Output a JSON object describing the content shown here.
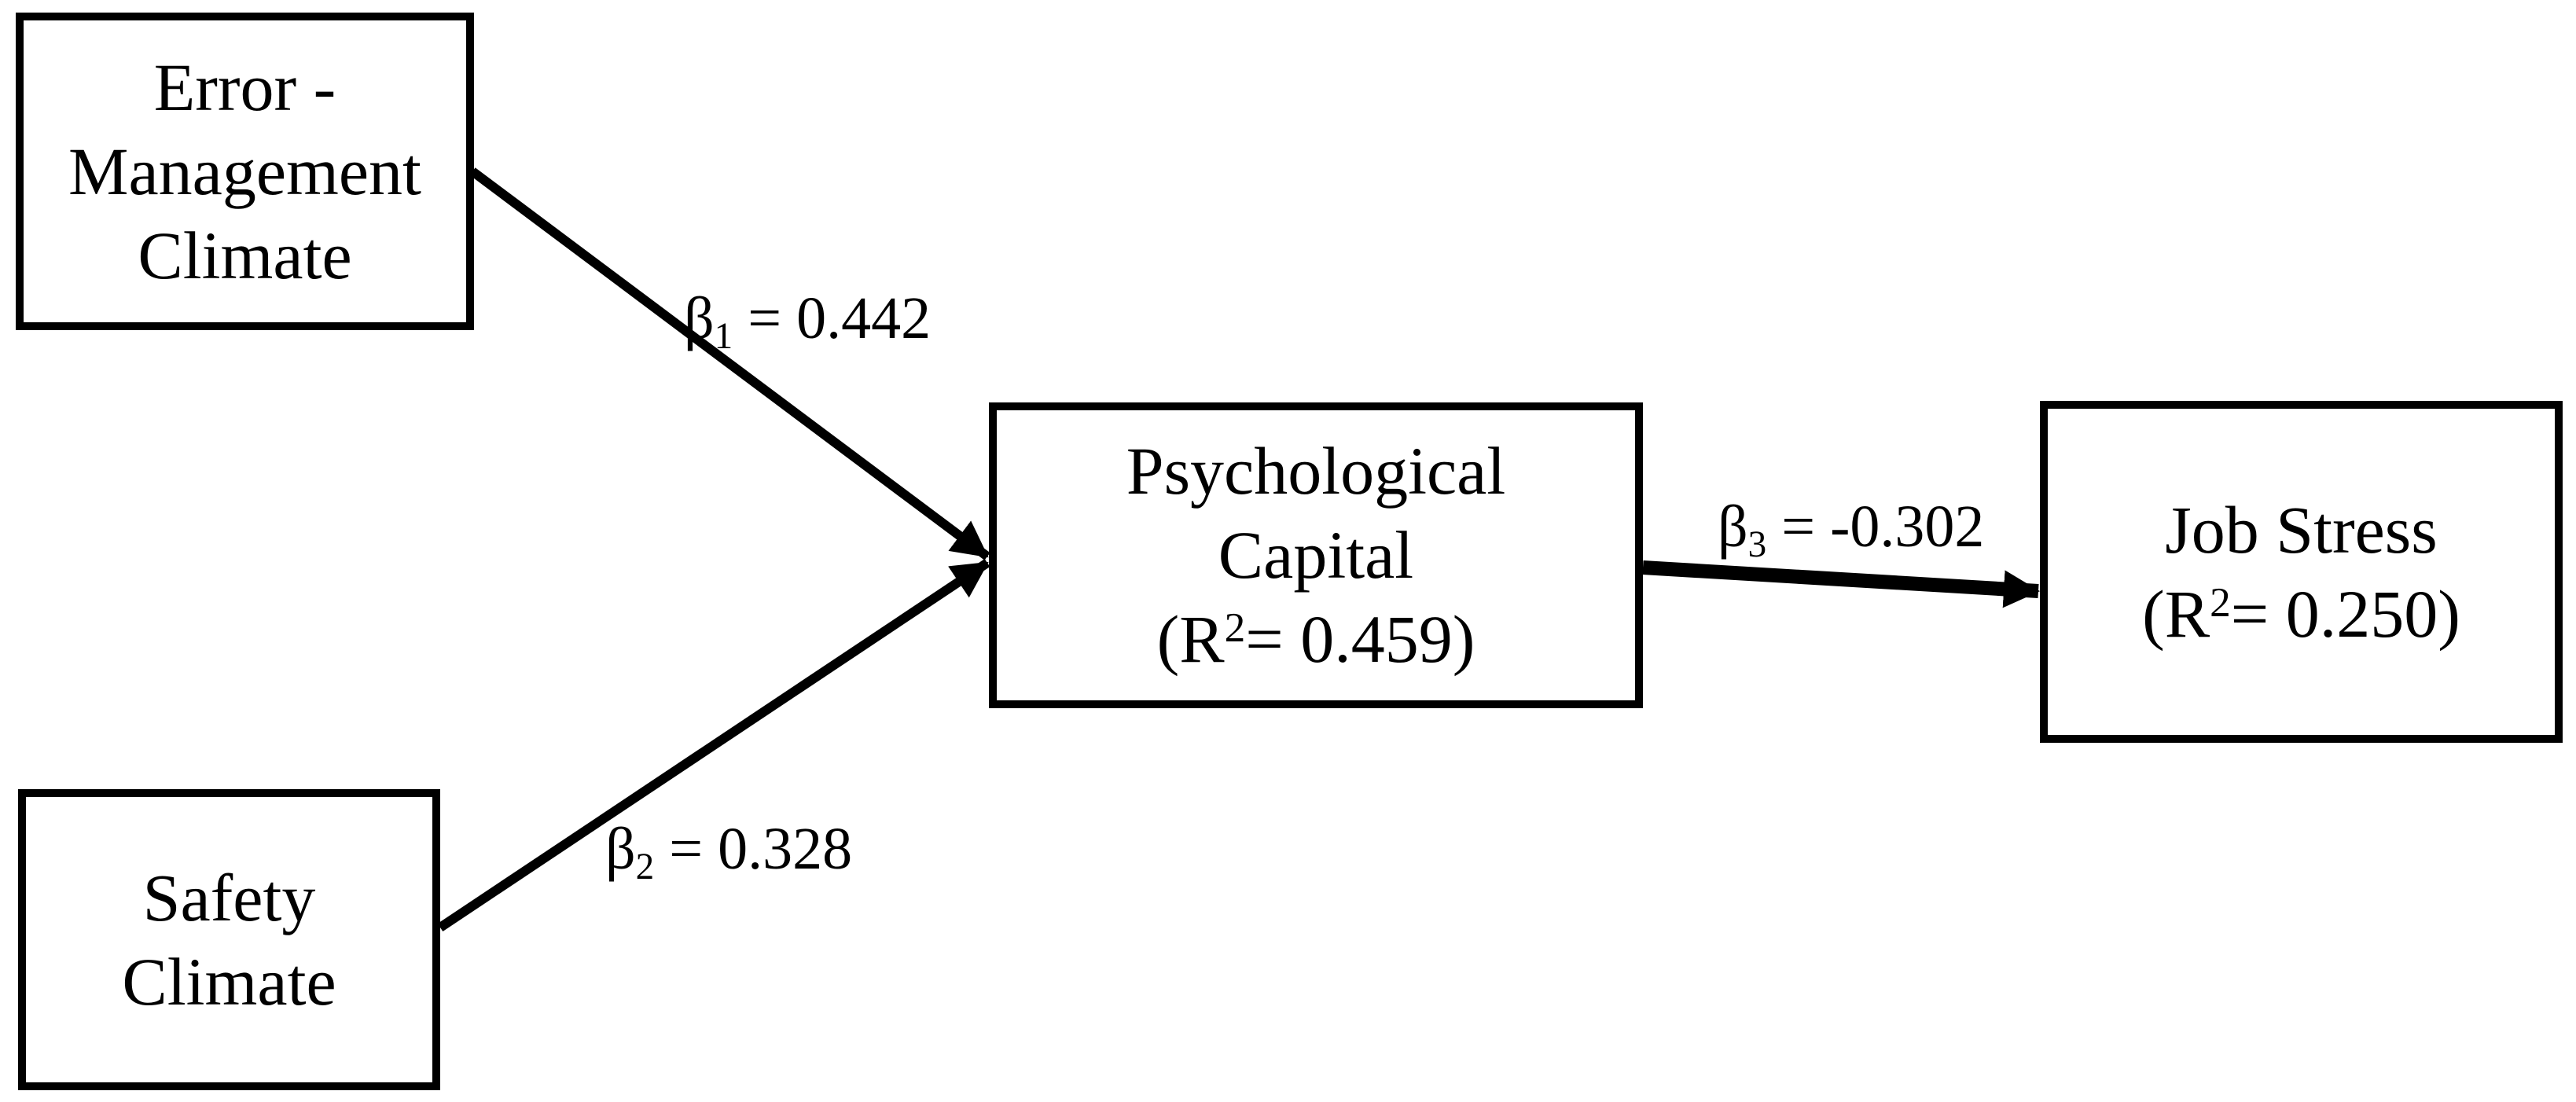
{
  "diagram": {
    "type": "structural-path-model",
    "colors": {
      "ink": "#000000",
      "background": "#ffffff"
    },
    "nodes": {
      "error_management_climate": {
        "lines": [
          "Error -",
          "Management",
          "Climate"
        ]
      },
      "safety_climate": {
        "lines": [
          "Safety",
          "Climate"
        ]
      },
      "psychological_capital": {
        "lines": [
          "Psychological",
          "Capital"
        ],
        "r2": {
          "prefix": "(R",
          "sup": "2",
          "rest": "= 0.459)"
        }
      },
      "job_stress": {
        "lines": [
          "Job Stress"
        ],
        "r2": {
          "prefix": "(R",
          "sup": "2",
          "rest": "= 0.250)"
        }
      }
    },
    "paths": {
      "beta1": {
        "from": "error_management_climate",
        "to": "psychological_capital",
        "symbol": "β",
        "sub": "1",
        "rest": " = 0.442",
        "value": 0.442
      },
      "beta2": {
        "from": "safety_climate",
        "to": "psychological_capital",
        "symbol": "β",
        "sub": "2",
        "rest": " = 0.328",
        "value": 0.328
      },
      "beta3": {
        "from": "psychological_capital",
        "to": "job_stress",
        "symbol": "β",
        "sub": "3",
        "rest": " = -0.302",
        "value": -0.302
      }
    }
  }
}
